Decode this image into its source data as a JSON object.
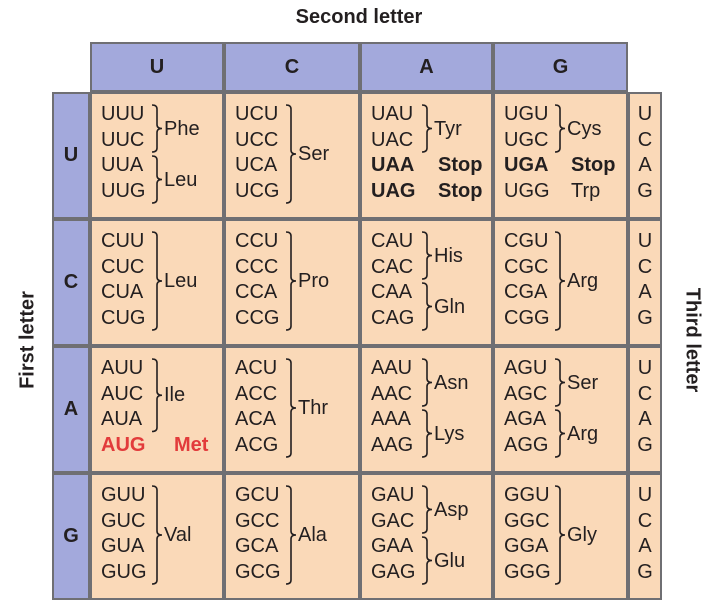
{
  "labels": {
    "second_letter": "Second letter",
    "first_letter": "First letter",
    "third_letter": "Third letter"
  },
  "bases": [
    "U",
    "C",
    "A",
    "G"
  ],
  "rows": [
    {
      "first": "U",
      "cells": [
        {
          "codons": [
            "UUU",
            "UUC",
            "UUA",
            "UUG"
          ],
          "groups": [
            {
              "start": 0,
              "size": 2,
              "aa": "Phe"
            },
            {
              "start": 2,
              "size": 2,
              "aa": "Leu"
            }
          ]
        },
        {
          "codons": [
            "UCU",
            "UCC",
            "UCA",
            "UCG"
          ],
          "groups": [
            {
              "start": 0,
              "size": 4,
              "aa": "Ser"
            }
          ]
        },
        {
          "codons": [
            "UAU",
            "UAC",
            "UAA",
            "UAG"
          ],
          "groups": [
            {
              "start": 0,
              "size": 2,
              "aa": "Tyr"
            },
            {
              "start": 2,
              "size": 1,
              "aa": "Stop",
              "style": "bold"
            },
            {
              "start": 3,
              "size": 1,
              "aa": "Stop",
              "style": "bold"
            }
          ]
        },
        {
          "codons": [
            "UGU",
            "UGC",
            "UGA",
            "UGG"
          ],
          "groups": [
            {
              "start": 0,
              "size": 2,
              "aa": "Cys"
            },
            {
              "start": 2,
              "size": 1,
              "aa": "Stop",
              "style": "bold"
            },
            {
              "start": 3,
              "size": 1,
              "aa": "Trp"
            }
          ]
        }
      ]
    },
    {
      "first": "C",
      "cells": [
        {
          "codons": [
            "CUU",
            "CUC",
            "CUA",
            "CUG"
          ],
          "groups": [
            {
              "start": 0,
              "size": 4,
              "aa": "Leu"
            }
          ]
        },
        {
          "codons": [
            "CCU",
            "CCC",
            "CCA",
            "CCG"
          ],
          "groups": [
            {
              "start": 0,
              "size": 4,
              "aa": "Pro"
            }
          ]
        },
        {
          "codons": [
            "CAU",
            "CAC",
            "CAA",
            "CAG"
          ],
          "groups": [
            {
              "start": 0,
              "size": 2,
              "aa": "His"
            },
            {
              "start": 2,
              "size": 2,
              "aa": "Gln"
            }
          ]
        },
        {
          "codons": [
            "CGU",
            "CGC",
            "CGA",
            "CGG"
          ],
          "groups": [
            {
              "start": 0,
              "size": 4,
              "aa": "Arg"
            }
          ]
        }
      ]
    },
    {
      "first": "A",
      "cells": [
        {
          "codons": [
            "AUU",
            "AUC",
            "AUA",
            "AUG"
          ],
          "groups": [
            {
              "start": 0,
              "size": 3,
              "aa": "Ile"
            },
            {
              "start": 3,
              "size": 1,
              "aa": "Met",
              "style": "red"
            }
          ]
        },
        {
          "codons": [
            "ACU",
            "ACC",
            "ACA",
            "ACG"
          ],
          "groups": [
            {
              "start": 0,
              "size": 4,
              "aa": "Thr"
            }
          ]
        },
        {
          "codons": [
            "AAU",
            "AAC",
            "AAA",
            "AAG"
          ],
          "groups": [
            {
              "start": 0,
              "size": 2,
              "aa": "Asn"
            },
            {
              "start": 2,
              "size": 2,
              "aa": "Lys"
            }
          ]
        },
        {
          "codons": [
            "AGU",
            "AGC",
            "AGA",
            "AGG"
          ],
          "groups": [
            {
              "start": 0,
              "size": 2,
              "aa": "Ser"
            },
            {
              "start": 2,
              "size": 2,
              "aa": "Arg"
            }
          ]
        }
      ]
    },
    {
      "first": "G",
      "cells": [
        {
          "codons": [
            "GUU",
            "GUC",
            "GUA",
            "GUG"
          ],
          "groups": [
            {
              "start": 0,
              "size": 4,
              "aa": "Val"
            }
          ]
        },
        {
          "codons": [
            "GCU",
            "GCC",
            "GCA",
            "GCG"
          ],
          "groups": [
            {
              "start": 0,
              "size": 4,
              "aa": "Ala"
            }
          ]
        },
        {
          "codons": [
            "GAU",
            "GAC",
            "GAA",
            "GAG"
          ],
          "groups": [
            {
              "start": 0,
              "size": 2,
              "aa": "Asp"
            },
            {
              "start": 2,
              "size": 2,
              "aa": "Glu"
            }
          ]
        },
        {
          "codons": [
            "GGU",
            "GGC",
            "GGA",
            "GGG"
          ],
          "groups": [
            {
              "start": 0,
              "size": 4,
              "aa": "Gly"
            }
          ]
        }
      ]
    }
  ],
  "colors": {
    "header_fill": "#a3a9dc",
    "cell_fill": "#fad9b8",
    "border": "#6f6f73",
    "start_codon": "#e23b3b"
  }
}
